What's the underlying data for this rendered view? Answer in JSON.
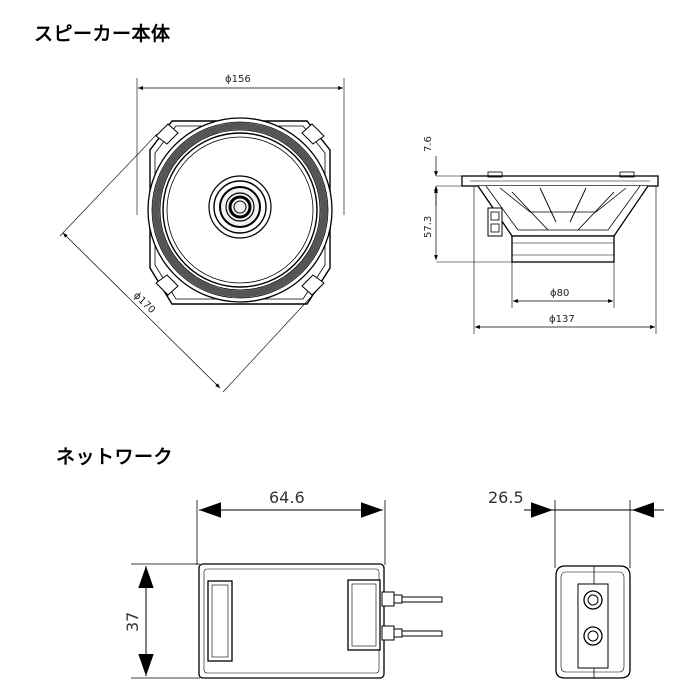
{
  "sections": {
    "speaker_title": "スピーカー本体",
    "network_title": "ネットワーク"
  },
  "speaker": {
    "dim_width": "ϕ156",
    "dim_diagonal": "ϕ170",
    "dim_flange": "7.6",
    "dim_depth": "57.3",
    "dim_magnet": "ϕ80",
    "dim_frame": "ϕ137"
  },
  "network": {
    "dim_width": "64.6",
    "dim_height": "37",
    "dim_depth": "26.5"
  }
}
